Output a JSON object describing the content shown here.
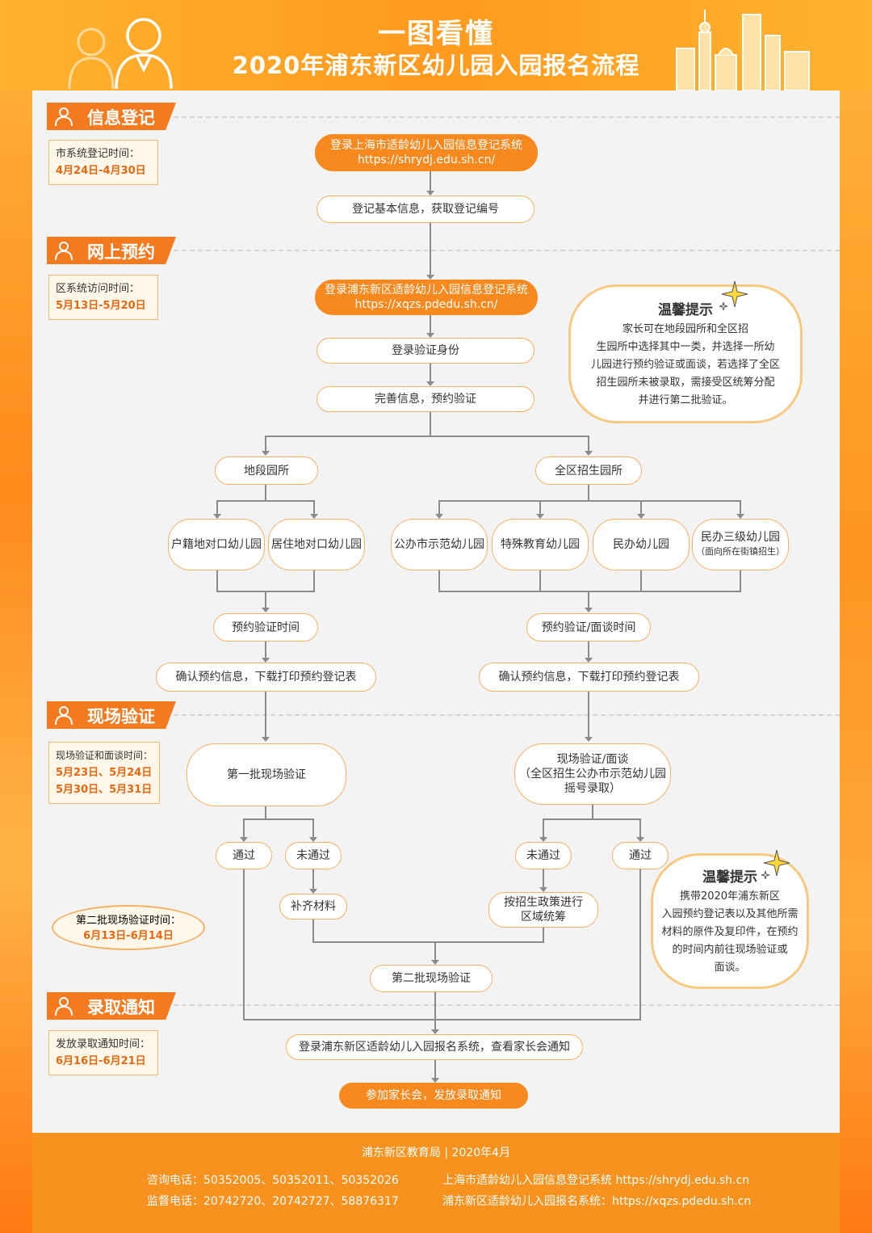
{
  "header": {
    "title1": "一图看懂",
    "title2": "2020年浦东新区幼儿园入园报名流程"
  },
  "sections": [
    {
      "label": "信息登记",
      "time_label": "市系统登记时间：",
      "dates": [
        "4月24日-4月30日"
      ]
    },
    {
      "label": "网上预约",
      "time_label": "区系统访问时间：",
      "dates": [
        "5月13日-5月20日"
      ]
    },
    {
      "label": "现场验证",
      "time_label": "现场验证和面谈时间：",
      "dates": [
        "5月23日、5月24日",
        "5月30日、5月31日"
      ]
    },
    {
      "label": "录取通知",
      "time_label": "发放录取通知时间：",
      "dates": [
        "6月16日-6月21日"
      ]
    }
  ],
  "second_batch_time": {
    "label": "第二批现场验证时间：",
    "date": "6月13日-6月14日"
  },
  "flow": {
    "login_city": [
      "登录上海市适龄幼儿入园信息登记系统",
      "https://shrydj.edu.sh.cn/"
    ],
    "register_info": "登记基本信息，获取登记编号",
    "login_district": [
      "登录浦东新区适龄幼儿入园信息登记系统",
      "https://xqzs.pdedu.sh.cn/"
    ],
    "verify_identity": "登录验证身份",
    "complete_info": "完善信息，预约验证",
    "zone_kg": "地段园所",
    "district_kg": "全区招生园所",
    "hukou_kg": "户籍地对口幼儿园",
    "residence_kg": "居住地对口幼儿园",
    "public_demo_kg": "公办市示范幼儿园",
    "special_kg": "特殊教育幼儿园",
    "private_kg": "民办幼儿园",
    "private3_kg": "民办三级幼儿园",
    "private3_note": "（面向所在街镇招生）",
    "appt_time": "预约验证时间",
    "appt_interview_time": "预约验证/面谈时间",
    "confirm_left": "确认预约信息，下载打印预约登记表",
    "confirm_right": "确认预约信息，下载打印预约登记表",
    "first_batch": "第一批现场验证",
    "onsite_interview": [
      "现场验证/面谈",
      "（全区招生公办市示范幼儿园",
      "摇号录取）"
    ],
    "pass_left": "通过",
    "fail_left": "未通过",
    "fail_right": "未通过",
    "pass_right": "通过",
    "supplement": "补齐材料",
    "policy": [
      "按招生政策进行",
      "区域统筹"
    ],
    "second_batch": "第二批现场验证",
    "login_enroll": "登录浦东新区适龄幼儿入园报名系统，查看家长会通知",
    "final": "参加家长会，发放录取通知"
  },
  "tips": [
    {
      "title": "温馨提示",
      "lines": [
        "家长可在地段园所和全区招",
        "生园所中选择其中一类，并选择一所幼",
        "儿园进行预约验证或面谈，若选择了全区",
        "招生园所未被录取，需接受区统筹分配",
        "并进行第二批验证。"
      ]
    },
    {
      "title": "温馨提示",
      "lines": [
        "携带2020年浦东新区",
        "入园预约登记表以及其他所需",
        "材料的原件及复印件，在预约",
        "的时间内前往现场验证或",
        "面谈。"
      ]
    }
  ],
  "footer": {
    "org": "浦东新区教育局  |  2020年4月",
    "consult": "咨询电话：50352005、50352011、50352026",
    "supervise": "监督电话：20742720、20742727、58876317",
    "sys1": "上海市适龄幼儿入园信息登记系统  https://shrydj.edu.sh.cn",
    "sys2": "浦东新区适龄幼儿入园报名系统：https://xqzs.pdedu.sh.cn"
  },
  "colors": {
    "accent": "#f7891f",
    "border": "#f5b163",
    "date": "#e8660e"
  }
}
